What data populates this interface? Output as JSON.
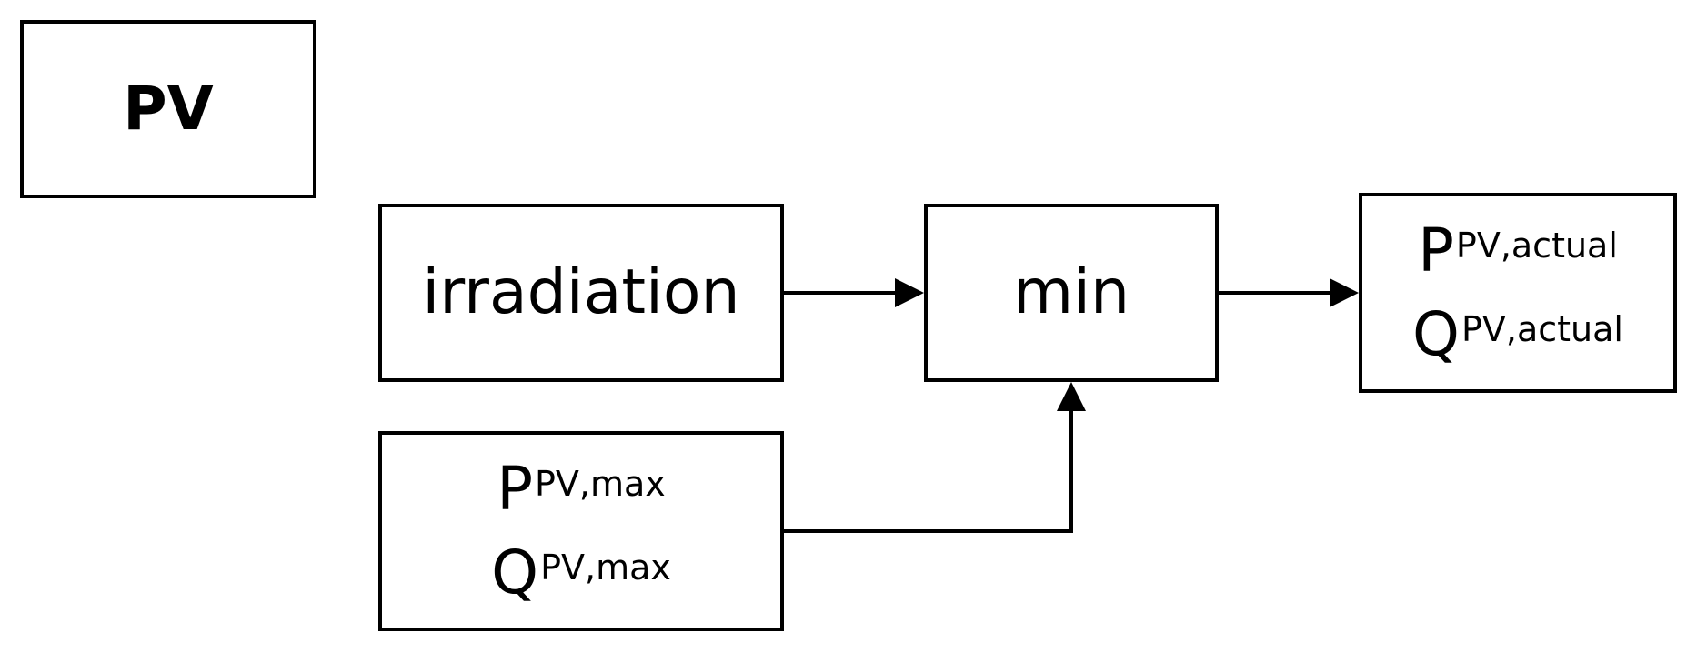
{
  "title": "PV",
  "blocks": {
    "irradiation": {
      "label": "irradiation"
    },
    "min": {
      "label": "min"
    },
    "pv_max": {
      "p_symbol": "P",
      "p_sup": "PV,max",
      "q_symbol": "Q",
      "q_sup": "PV,max"
    },
    "pv_actual": {
      "p_symbol": "P",
      "p_sup": "PV,actual",
      "q_symbol": "Q",
      "q_sup": "PV,actual"
    }
  },
  "colors": {
    "line": "#000000",
    "background": "#ffffff"
  }
}
